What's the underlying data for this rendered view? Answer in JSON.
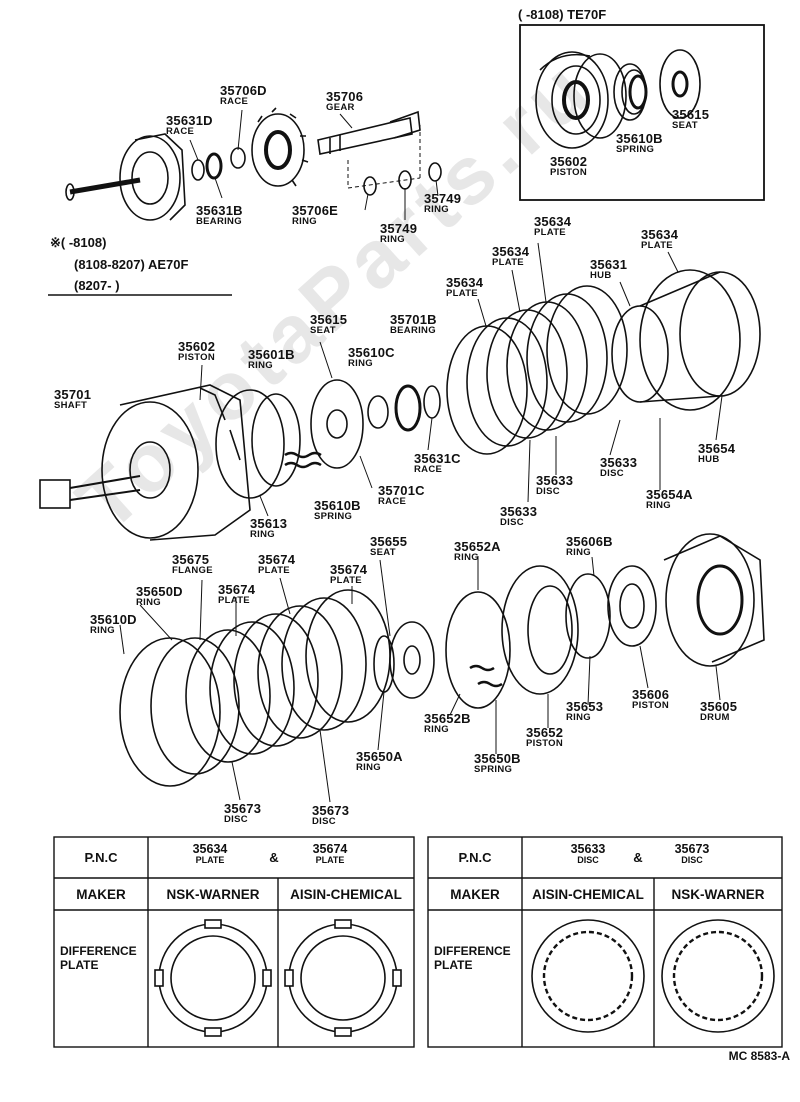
{
  "watermark": "ToyotaParts.ru",
  "drawing_code": "MC 8583-A",
  "notes": {
    "inset_title": "(      -8108) TE70F",
    "legend_line1": "※(      -8108)",
    "legend_line2": "(8108-8207) AE70F",
    "legend_line3": "(8207-      )"
  },
  "callouts": [
    {
      "id": "35706D",
      "name": "RACE"
    },
    {
      "id": "35706",
      "name": "GEAR"
    },
    {
      "id": "35631D",
      "name": "RACE"
    },
    {
      "id": "35631B",
      "name": "BEARING"
    },
    {
      "id": "35706E",
      "name": "RING"
    },
    {
      "id": "35749",
      "name": "RING"
    },
    {
      "id": "35749",
      "name": "RING"
    },
    {
      "id": "35602",
      "name": "PISTON"
    },
    {
      "id": "35610B",
      "name": "SPRING"
    },
    {
      "id": "35615",
      "name": "SEAT"
    },
    {
      "id": "35634",
      "name": "PLATE"
    },
    {
      "id": "35634",
      "name": "PLATE"
    },
    {
      "id": "35634",
      "name": "PLATE"
    },
    {
      "id": "35634",
      "name": "PLATE"
    },
    {
      "id": "35631",
      "name": "HUB"
    },
    {
      "id": "35615",
      "name": "SEAT"
    },
    {
      "id": "35701B",
      "name": "BEARING"
    },
    {
      "id": "35602",
      "name": "PISTON"
    },
    {
      "id": "35601B",
      "name": "RING"
    },
    {
      "id": "35610C",
      "name": "RING"
    },
    {
      "id": "35701",
      "name": "SHAFT"
    },
    {
      "id": "35654",
      "name": "HUB"
    },
    {
      "id": "35631C",
      "name": "RACE"
    },
    {
      "id": "35633",
      "name": "DISC"
    },
    {
      "id": "35633",
      "name": "DISC"
    },
    {
      "id": "35633",
      "name": "DISC"
    },
    {
      "id": "35654A",
      "name": "RING"
    },
    {
      "id": "35610B",
      "name": "SPRING"
    },
    {
      "id": "35701C",
      "name": "RACE"
    },
    {
      "id": "35613",
      "name": "RING"
    },
    {
      "id": "35675",
      "name": "FLANGE"
    },
    {
      "id": "35674",
      "name": "PLATE"
    },
    {
      "id": "35655",
      "name": "SEAT"
    },
    {
      "id": "35652A",
      "name": "RING"
    },
    {
      "id": "35606B",
      "name": "RING"
    },
    {
      "id": "35650D",
      "name": "RING"
    },
    {
      "id": "35674",
      "name": "PLATE"
    },
    {
      "id": "35674",
      "name": "PLATE"
    },
    {
      "id": "35610D",
      "name": "RING"
    },
    {
      "id": "35653",
      "name": "RING"
    },
    {
      "id": "35606",
      "name": "PISTON"
    },
    {
      "id": "35605",
      "name": "DRUM"
    },
    {
      "id": "35652B",
      "name": "RING"
    },
    {
      "id": "35652",
      "name": "PISTON"
    },
    {
      "id": "35650A",
      "name": "RING"
    },
    {
      "id": "35650B",
      "name": "SPRING"
    },
    {
      "id": "35673",
      "name": "DISC"
    },
    {
      "id": "35673",
      "name": "DISC"
    }
  ],
  "table_left": {
    "pnc_label": "P.N.C",
    "part1": {
      "id": "35634",
      "name": "PLATE"
    },
    "amp": "&",
    "part2": {
      "id": "35674",
      "name": "PLATE"
    },
    "maker_label": "MAKER",
    "maker1": "NSK-WARNER",
    "maker2": "AISIN-CHEMICAL",
    "diff_label_1": "DIFFERENCE",
    "diff_label_2": "PLATE"
  },
  "table_right": {
    "pnc_label": "P.N.C",
    "part1": {
      "id": "35633",
      "name": "DISC"
    },
    "amp": "&",
    "part2": {
      "id": "35673",
      "name": "DISC"
    },
    "maker_label": "MAKER",
    "maker1": "AISIN-CHEMICAL",
    "maker2": "NSK-WARNER",
    "diff_label_1": "DIFFERENCE",
    "diff_label_2": "PLATE"
  }
}
